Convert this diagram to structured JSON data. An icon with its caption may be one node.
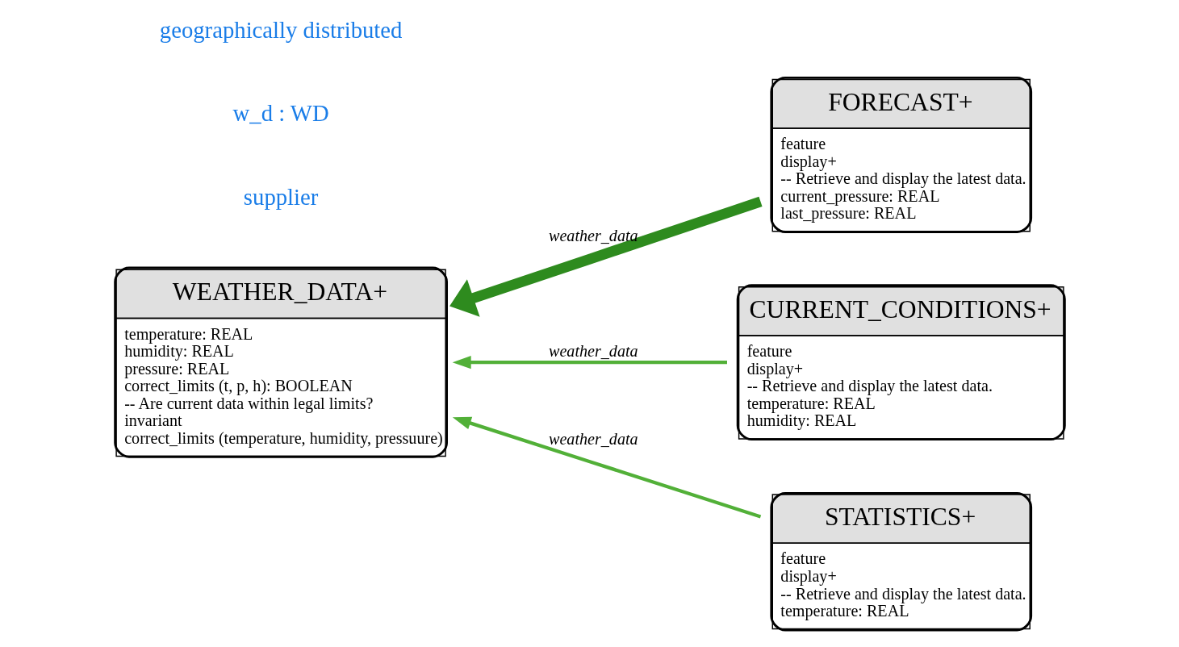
{
  "diagram": {
    "nodes": [
      {
        "text": [
          "WEATHER_DATA+",
          "temperature: REAL",
          "humidity: REAL",
          "pressure: REAL",
          "correct_limits (t, p, h): BOOLEAN",
          "-- Are current data within legal limits?",
          "invariant",
          "correct_limits (temperature, humidity, pressuure)"
        ]
      },
      {
        "text": [
          "FORECAST+",
          "feature",
          "display+",
          "-- Retrieve and display the latest data.",
          "current_pressure: REAL",
          "last_pressure: REAL"
        ]
      },
      {
        "text": [
          "CURRENT_CONDITIONS+",
          "feature",
          "display+",
          "-- Retrieve and display the latest data.",
          "temperature: REAL",
          "humidity: REAL"
        ]
      },
      {
        "text": [
          "STATISTICS+",
          "feature",
          "display+",
          "-- Retrieve and display the latest data.",
          "temperature: REAL"
        ]
      }
    ],
    "edges": [
      {
        "from": 1,
        "to": 0,
        "arrow": "to",
        "label": "weather_data",
        "style": "thick",
        "color": "#2e8b1e"
      },
      {
        "from": 2,
        "to": 0,
        "arrow": "to",
        "label": "weather_data"
      },
      {
        "from": 3,
        "to": 0,
        "arrow": "to",
        "label": "weather_data"
      }
    ],
    "labels": [
      "supplier",
      "w_d : WD",
      "geographically distributed"
    ]
  }
}
